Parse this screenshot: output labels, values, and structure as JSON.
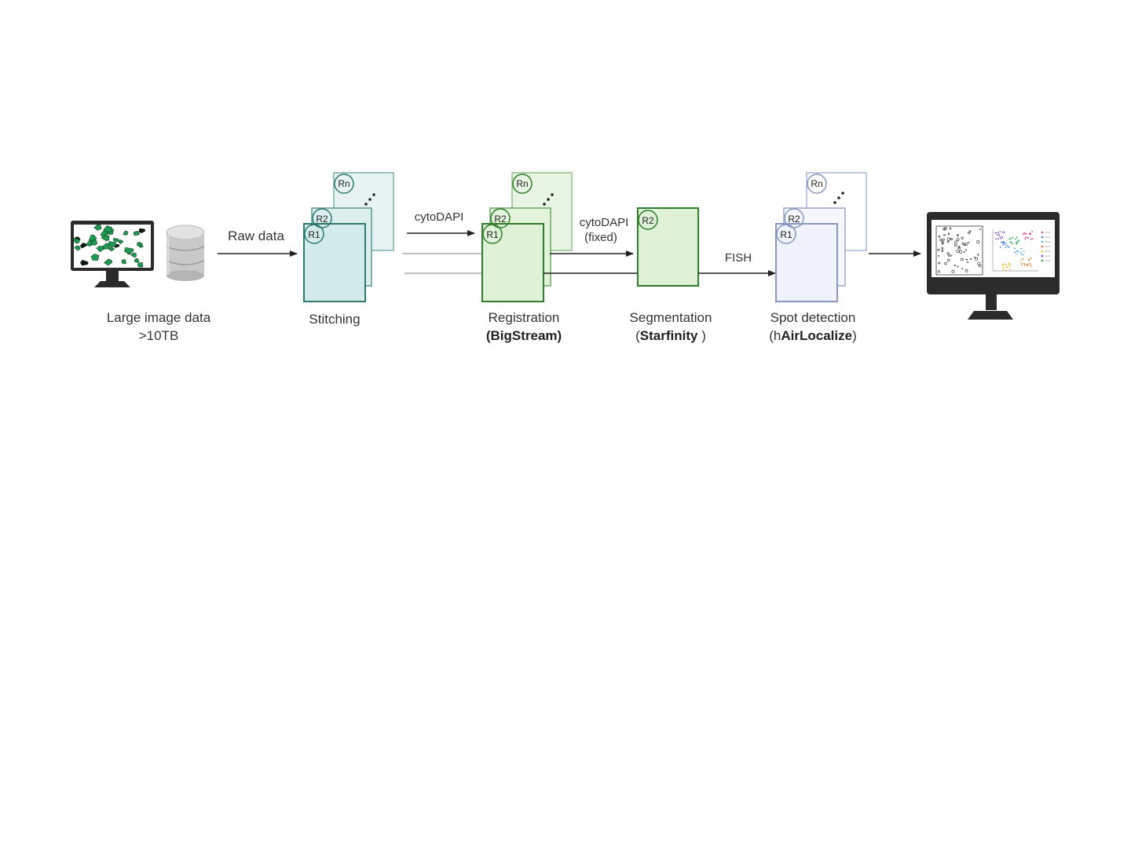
{
  "stages": {
    "input": {
      "line1": "Large image data",
      "line2": ">10TB"
    },
    "stitching": {
      "label": "Stitching"
    },
    "registration": {
      "label": "Registration",
      "tool_prefix": "(",
      "tool": "BigStream",
      "tool_suffix": ")"
    },
    "segmentation": {
      "label": "Segmentation",
      "tool_prefix": "(",
      "tool": "Starfinity",
      "tool_suffix": " )"
    },
    "spot_detection": {
      "label": "Spot detection",
      "tool_prefix": "(h",
      "tool": "AirLocalize",
      "tool_suffix": ")"
    }
  },
  "arrows": {
    "raw_data": "Raw data",
    "cyto_dapi": "cytoDAPI",
    "cyto_dapi_fixed_1": "cytoDAPI",
    "cyto_dapi_fixed_2": "(fixed)",
    "fish": "FISH"
  },
  "rounds": {
    "r1": "R1",
    "r2": "R2",
    "rn": "Rn"
  },
  "colors": {
    "teal_fill": "#d3ecea",
    "teal_stroke": "#2f7a6f",
    "green_fill": "#dff2d8",
    "green_stroke": "#2f7d2a",
    "blue_fill": "#f0f3fb",
    "blue_stroke": "#8797bf",
    "cell_green": "#1f9a52",
    "arrow": "#222222",
    "monitor": "#2b2b2b"
  },
  "icons": [
    "monitor-icon",
    "database-icon",
    "results-monitor-icon"
  ]
}
